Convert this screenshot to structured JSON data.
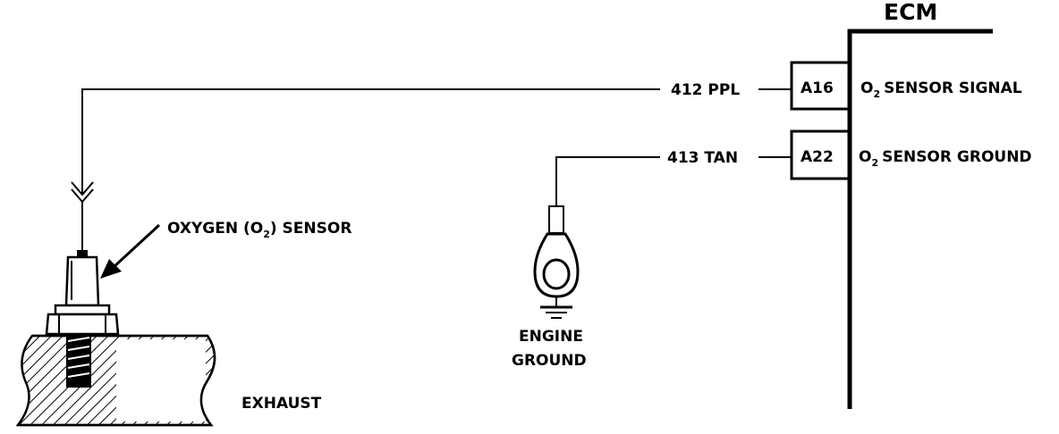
{
  "ecm": {
    "title": "ECM",
    "pins": [
      {
        "pin": "A16",
        "circuit": "412 PPL",
        "function": "SENSOR SIGNAL",
        "prefix": "O",
        "sub": "2"
      },
      {
        "pin": "A22",
        "circuit": "413 TAN",
        "function": "SENSOR GROUND",
        "prefix": "O",
        "sub": "2"
      }
    ]
  },
  "sensor": {
    "label_pre": "OXYGEN (O",
    "label_sub": "2",
    "label_post": ") SENSOR"
  },
  "ground": {
    "line1": "ENGINE",
    "line2": "GROUND"
  },
  "exhaust": {
    "label": "EXHAUST"
  }
}
